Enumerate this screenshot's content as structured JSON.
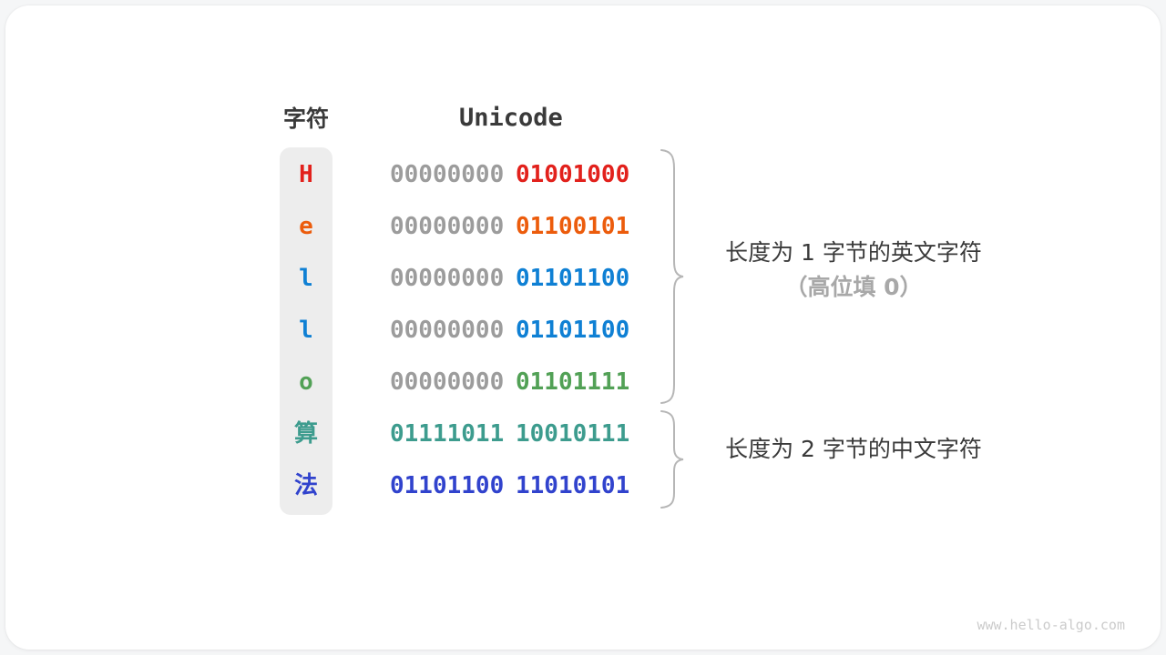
{
  "colors": {
    "page_bg": "#f5f6f7",
    "card_bg": "#ffffff",
    "text_dark": "#3a3a3a",
    "byte_gray": "#9c9c9c",
    "label_gray": "#a8a8a8",
    "brace_gray": "#b6b6b6",
    "column_bg": "#ededed",
    "watermark_gray": "#cbcbcb"
  },
  "table": {
    "char_header": "字符",
    "unicode_header": "Unicode",
    "rows": [
      {
        "char": "H",
        "byte_high": "00000000",
        "byte_low": "01001000",
        "color": "#e2211c",
        "high_is_padding": true
      },
      {
        "char": "e",
        "byte_high": "00000000",
        "byte_low": "01100101",
        "color": "#ec5c0c",
        "high_is_padding": true
      },
      {
        "char": "l",
        "byte_high": "00000000",
        "byte_low": "01101100",
        "color": "#0f80d4",
        "high_is_padding": true
      },
      {
        "char": "l",
        "byte_high": "00000000",
        "byte_low": "01101100",
        "color": "#0f80d4",
        "high_is_padding": true
      },
      {
        "char": "o",
        "byte_high": "00000000",
        "byte_low": "01101111",
        "color": "#52a156",
        "high_is_padding": true
      },
      {
        "char": "算",
        "byte_high": "01111011",
        "byte_low": "10010111",
        "color": "#3d9c8e",
        "high_is_padding": false
      },
      {
        "char": "法",
        "byte_high": "01101100",
        "byte_low": "11010101",
        "color": "#3143cd",
        "high_is_padding": false
      }
    ]
  },
  "annotations": [
    {
      "line1": "长度为 1 字节的英文字符",
      "line2": "（高位填 0）"
    },
    {
      "line1": "长度为 2 字节的中文字符",
      "line2": ""
    }
  ],
  "watermark": "www.hello-algo.com"
}
